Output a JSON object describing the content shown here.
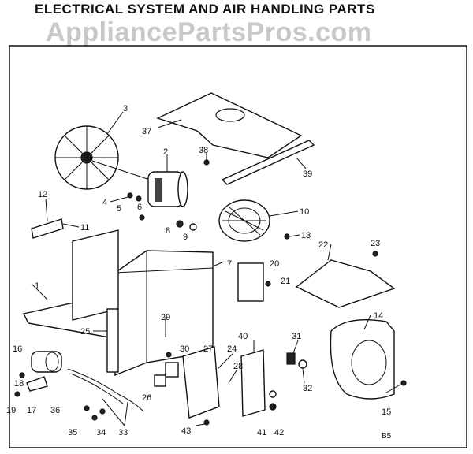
{
  "title": "ELECTRICAL SYSTEM AND AIR HANDLING PARTS",
  "watermark": "AppliancePartsPros.com",
  "subtitle": "",
  "page_code": "B5",
  "callouts": {
    "c1": "1",
    "c2": "2",
    "c3": "3",
    "c4": "4",
    "c5": "5",
    "c6": "6",
    "c7": "7",
    "c8": "8",
    "c9": "9",
    "c10": "10",
    "c11": "11",
    "c12": "12",
    "c13": "13",
    "c14": "14",
    "c15": "15",
    "c16": "16",
    "c17": "17",
    "c18": "18",
    "c19": "19",
    "c20": "20",
    "c21": "21",
    "c22": "22",
    "c23": "23",
    "c24": "24",
    "c25": "25",
    "c26": "26",
    "c27": "27",
    "c28": "28",
    "c29": "29",
    "c30": "30",
    "c31": "31",
    "c32": "32",
    "c33": "33",
    "c34": "34",
    "c35": "35",
    "c36": "36",
    "c37": "37",
    "c38": "38",
    "c39": "39",
    "c40": "40",
    "c41": "41",
    "c42": "42",
    "c43": "43"
  }
}
